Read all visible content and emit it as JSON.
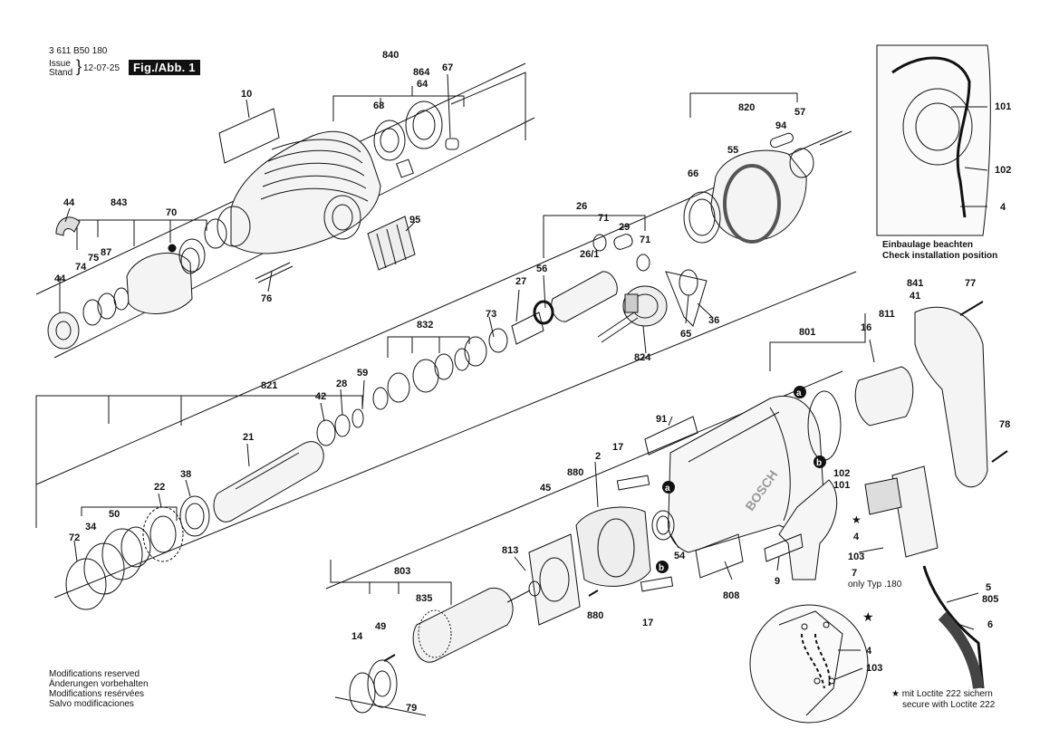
{
  "header": {
    "part_number": "3 611 B50 180",
    "issue_label": "Issue",
    "stand_label": "Stand",
    "date": "12-07-25",
    "figure": "Fig./Abb. 1"
  },
  "footer": {
    "lines": [
      "Modifications reserved",
      "Änderungen vorbehalten",
      "Modifications resérvées",
      "Salvo modificaciones"
    ]
  },
  "inset_top": {
    "caption_de": "Einbaulage beachten",
    "caption_en": "Check installation position"
  },
  "inset_bottom": {
    "loctite_de": "mit Loctite 222 sichern",
    "loctite_en": "secure with Loctite 222"
  },
  "only_typ": "only Typ .180",
  "brand": "BOSCH",
  "callouts": [
    "840",
    "864",
    "67",
    "10",
    "68",
    "64",
    "843",
    "70",
    "44",
    "74",
    "75",
    "87",
    "44",
    "76",
    "95",
    "820",
    "94",
    "57",
    "55",
    "66",
    "26",
    "71",
    "29",
    "26/1",
    "71",
    "27",
    "56",
    "36",
    "65",
    "824",
    "832",
    "73",
    "821",
    "42",
    "28",
    "59",
    "21",
    "22",
    "38",
    "72",
    "34",
    "50",
    "801",
    "16",
    "811",
    "841",
    "41",
    "77",
    "78",
    "91",
    "17",
    "880",
    "2",
    "45",
    "54",
    "813",
    "803",
    "835",
    "14",
    "49",
    "79",
    "880",
    "17",
    "808",
    "9",
    "102",
    "101",
    "4",
    "103",
    "7",
    "5",
    "805",
    "6",
    "101",
    "102",
    "4",
    "4",
    "103"
  ]
}
